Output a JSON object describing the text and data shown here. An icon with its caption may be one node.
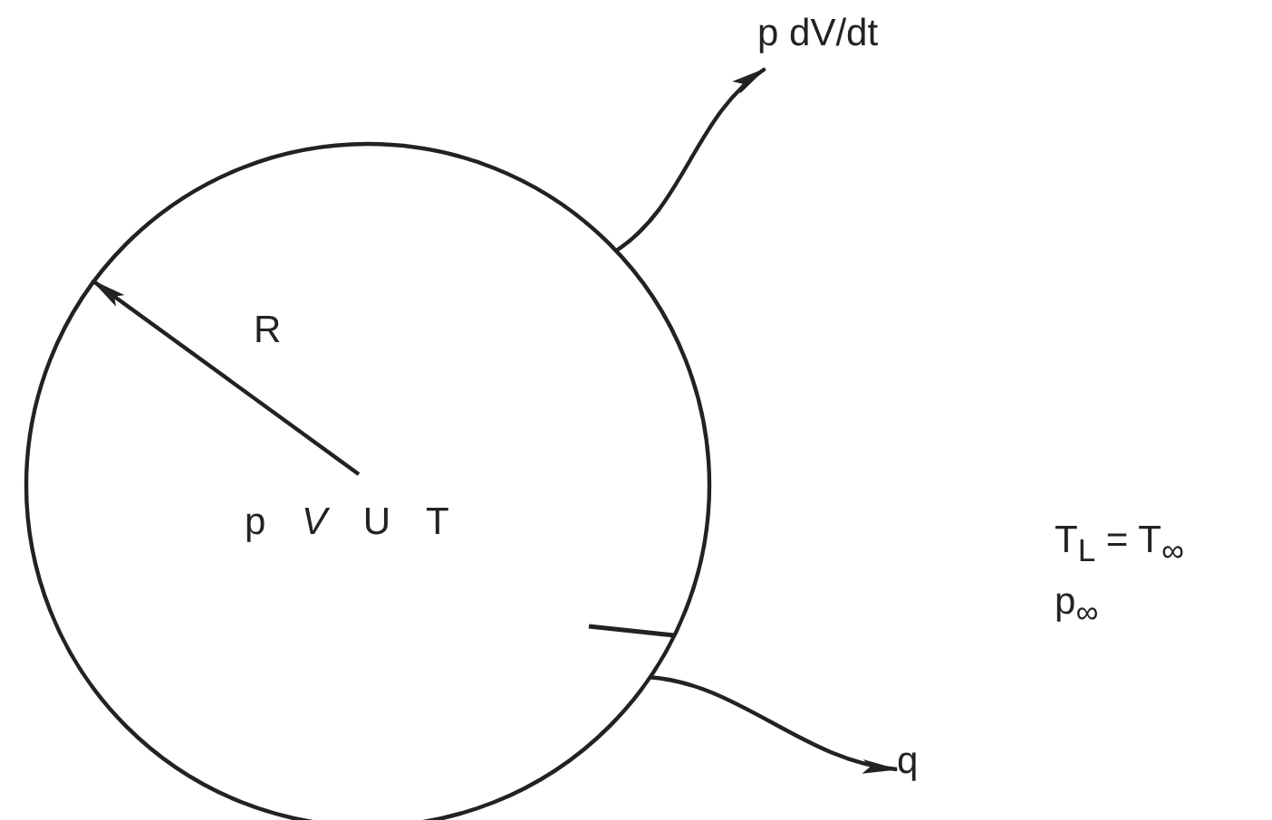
{
  "diagram": {
    "nodes": [
      {
        "text": [
          "p *V* U T"
        ]
      },
      {
        "text": [
          "p dV/dt"
        ]
      },
      {
        "text": [
          "q"
        ]
      }
    ],
    "edges": [
      {
        "from": 0,
        "to": 1,
        "arrow": "to"
      },
      {
        "from": 0,
        "to": 2,
        "arrow": "to"
      }
    ],
    "labels": [
      "R",
      "T$_{L}$ = T$_{∞}$",
      "p$_{∞}$"
    ]
  }
}
